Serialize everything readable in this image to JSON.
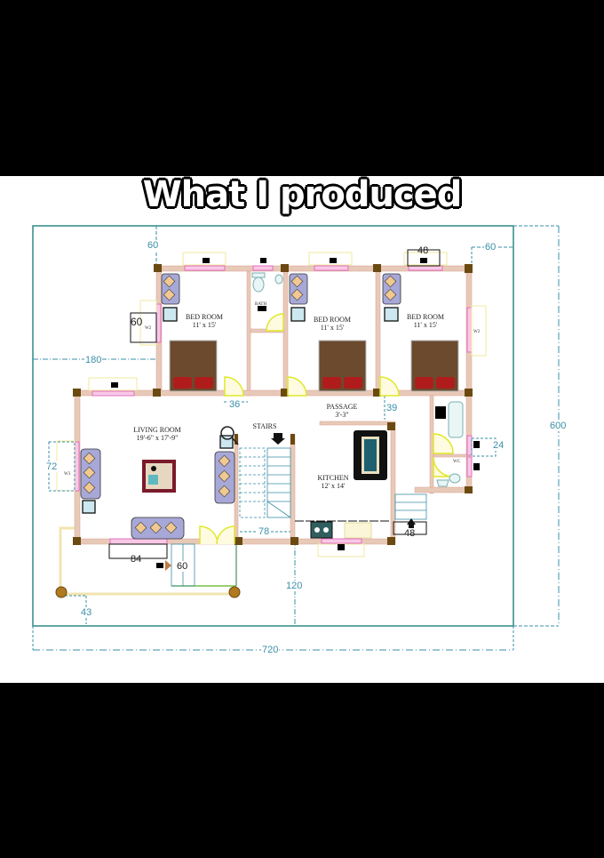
{
  "caption": "What I produced",
  "colors": {
    "wall": "#e8c9b8",
    "column": "#6b4a12",
    "window": "#e070c0",
    "door": "#e6ee3a",
    "dimension": "#3a8fa8",
    "plot_border": "#2e8a86",
    "bed": "#6b4a2e",
    "pillow": "#b01c1c"
  },
  "rooms": {
    "bedroom1": {
      "name": "BED ROOM",
      "size": "11' x 15'"
    },
    "bedroom2": {
      "name": "BED ROOM",
      "size": "11' x 15'"
    },
    "bedroom3": {
      "name": "BED ROOM",
      "size": "11' x 15'"
    },
    "bath": {
      "name": "BATH"
    },
    "living": {
      "name": "LIVING ROOM",
      "size": "19'-6\" x 17'-9\""
    },
    "stairs": {
      "name": "STAIRS"
    },
    "passage": {
      "name": "PASSAGE",
      "size": "3'-3\""
    },
    "kitchen": {
      "name": "KITCHEN",
      "size": "12' x 14'"
    },
    "wc": {
      "name": "WC"
    }
  },
  "window_tags": {
    "w2_left": "W2",
    "w2_right": "W2",
    "w3_living": "W3"
  },
  "dimensions": {
    "top_left_setback": "60",
    "top_right_setback": "60",
    "top_window": "48",
    "left_setback": "180",
    "bedroom_window": "60",
    "door_width": "36",
    "living_window": "72",
    "passage": "39",
    "bath_window": "24",
    "plot_depth": "600",
    "stairs_width": "78",
    "back_steps": "48",
    "living_bottom_window": "84",
    "entry_steps": "60",
    "front_setback": "120",
    "porch_setback": "43",
    "plot_width": "720"
  }
}
